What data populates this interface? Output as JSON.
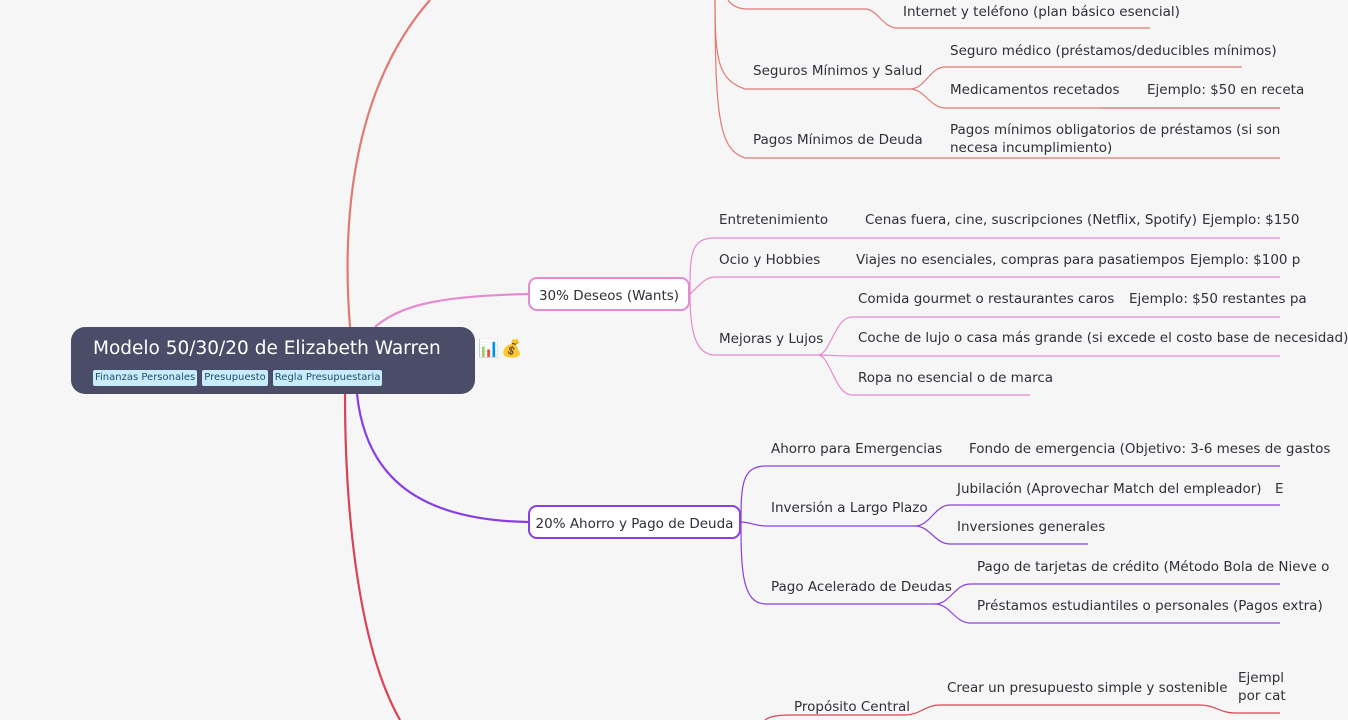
{
  "root": {
    "title": "Modelo 50/30/20 de Elizabeth Warren",
    "emoji_chart": "📊",
    "emoji_money": "💰",
    "tags": [
      "Finanzas Personales",
      "Presupuesto",
      "Regla Presupuestaria"
    ]
  },
  "needs_section": {
    "color": "#e07a74",
    "internet": "Internet y teléfono (plan básico esencial)",
    "seguros_label": "Seguros Mínimos y Salud",
    "seguro_medico": "Seguro médico (préstamos/deducibles mínimos)",
    "medicamentos": "Medicamentos recetados",
    "medicamentos_ejemplo": "Ejemplo: $50 en receta",
    "deuda_label": "Pagos Mínimos de Deuda",
    "deuda_text": "Pagos mínimos obligatorios de préstamos (si son necesa incumplimiento)"
  },
  "wants": {
    "color": "#e58bd0",
    "label": "30% Deseos (Wants)",
    "entretenimiento": "Entretenimiento",
    "entretenimiento_item": "Cenas fuera, cine, suscripciones (Netflix, Spotify)",
    "entretenimiento_ejemplo": "Ejemplo: $150",
    "ocio": "Ocio y Hobbies",
    "ocio_item": "Viajes no esenciales, compras para pasatiempos",
    "ocio_ejemplo": "Ejemplo: $100 p",
    "mejoras": "Mejoras y Lujos",
    "comida": "Comida gourmet o restaurantes caros",
    "comida_ejemplo": "Ejemplo: $50 restantes pa",
    "coche": "Coche de lujo o casa más grande (si excede el costo base de necesidad)",
    "ropa": "Ropa no esencial o de marca"
  },
  "savings": {
    "color": "#8a3fe0",
    "label": "20% Ahorro y Pago de Deuda",
    "emergencias": "Ahorro para Emergencias",
    "fondo": "Fondo de emergencia (Objetivo: 3-6 meses de gastos",
    "inversion": "Inversión a Largo Plazo",
    "jubilacion": "Jubilación (Aprovechar Match del empleador)",
    "jubilacion_ejemplo": "E",
    "generales": "Inversiones generales",
    "acelerado": "Pago Acelerado de Deudas",
    "tarjetas": "Pago de tarjetas de crédito (Método Bola de Nieve o",
    "prestamos": "Préstamos estudiantiles o personales (Pagos extra)"
  },
  "purpose": {
    "color": "#d94455",
    "label": "Propósito Central",
    "crear": "Crear un presupuesto simple y sostenible",
    "ejemplo": "Ejempl por cat"
  }
}
